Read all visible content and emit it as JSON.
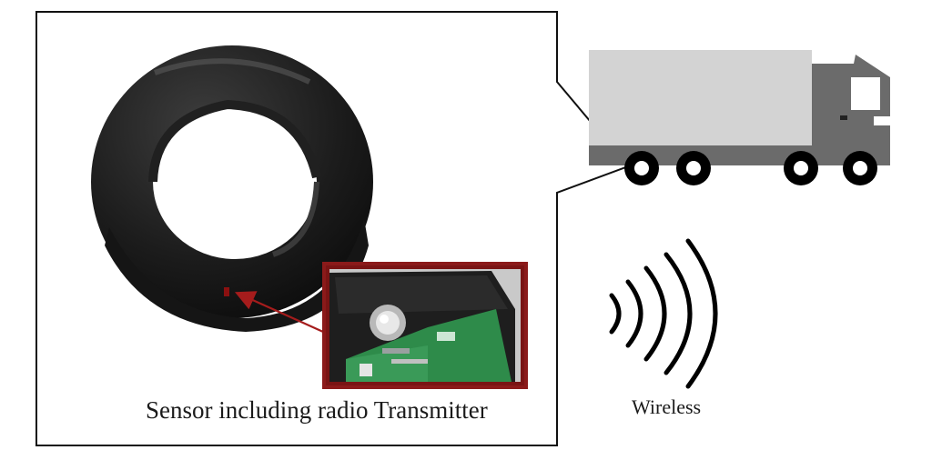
{
  "captions": {
    "sensor": "Sensor including radio Transmitter",
    "wireless": "Wireless"
  },
  "icons": {
    "tire": "tire-icon",
    "sensor_photo": "sensor-photo",
    "truck": "truck-icon",
    "wireless_waves": "wireless-waves-icon"
  },
  "colors": {
    "tire": "#1c1c1c",
    "sensor_frame": "#8b1a1a",
    "callout_arrow": "#a51c1c",
    "truck_cargo": "#d3d3d3",
    "truck_cab": "#6b6b6b",
    "pcb": "#2e8b4a",
    "housing": "#1e1e1e"
  }
}
